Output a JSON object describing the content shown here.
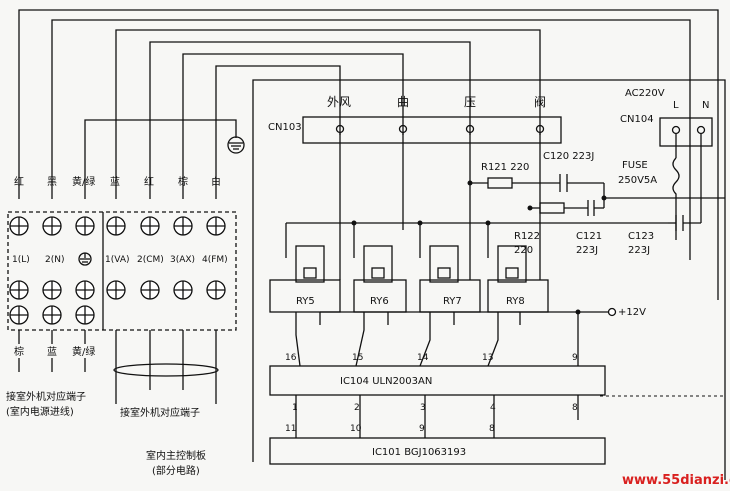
{
  "cn103_pins": [
    "外风",
    "曲",
    "压",
    "阀"
  ],
  "labels": {
    "cn103": "CN103",
    "cn104": "CN104",
    "ac": "AC220V",
    "pin_l": "L",
    "pin_n": "N",
    "fuse": "FUSE",
    "fuse_rating": "250V5A",
    "r121": "R121  220",
    "c120": "C120  223J",
    "r122": "R122",
    "r122_val": "220",
    "c121": "C121",
    "c121_val": "223J",
    "c123": "C123",
    "c123_val": "223J",
    "vcc": "+12V",
    "ic104": "IC104  ULN2003AN",
    "ic101": "IC101  BGJ1063193"
  },
  "relays": [
    "RY5",
    "RY6",
    "RY7",
    "RY8"
  ],
  "ic104_pins_top": [
    "16",
    "15",
    "14",
    "13",
    "9"
  ],
  "ic104_pins_bottom": [
    "1",
    "2",
    "3",
    "4",
    "8"
  ],
  "ic101_pins": [
    "11",
    "10",
    "9",
    "8"
  ],
  "terminal_top_colors": [
    "红",
    "黑",
    "黄/绿",
    "蓝",
    "红",
    "棕",
    "白"
  ],
  "terminal_labels": [
    "1(L)",
    "2(N)",
    "1(VA)",
    "2(CM)",
    "3(AX)",
    "4(FM)"
  ],
  "terminal_bottom_colors": [
    "棕",
    "蓝",
    "黄/绿"
  ],
  "captions": {
    "outdoor_terminal": "接室外机对应端子",
    "power_inlet": "(室内电源进线)",
    "outdoor_terminal_2": "接室外机对应端子",
    "main_board": "室内主控制板",
    "partial": "(部分电路)"
  },
  "watermark": "www.55dianzi.com"
}
